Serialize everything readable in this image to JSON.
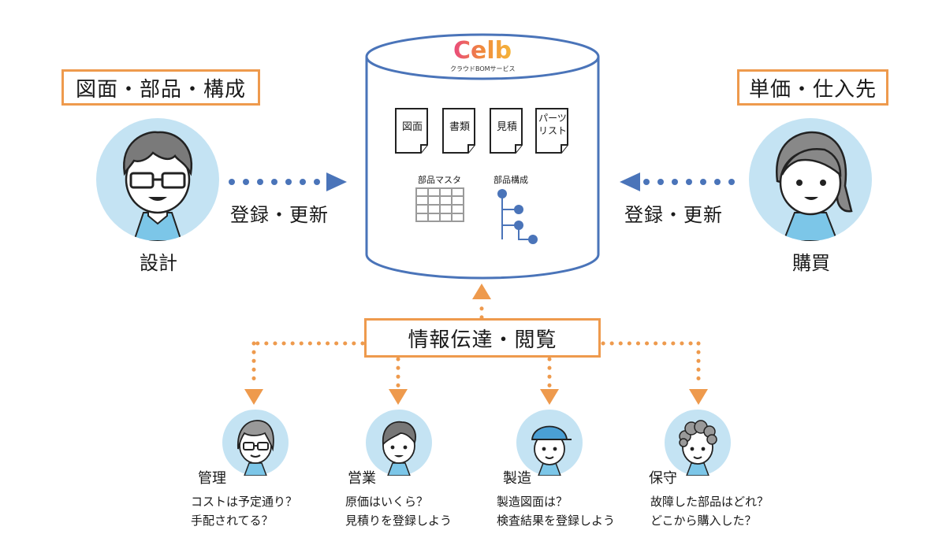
{
  "left_box": "図面・部品・構成",
  "right_box": "単価・仕入先",
  "center_box": "情報伝達・閲覧",
  "register_left": "登録・更新",
  "register_right": "登録・更新",
  "design_label": "設計",
  "purchase_label": "購買",
  "brand": {
    "logo": "Celb",
    "tagline": "クラウドBOMサービス"
  },
  "docs": [
    "図面",
    "書類",
    "見積",
    "パーツ\nリスト"
  ],
  "parts_master": "部品マスタ",
  "parts_structure": "部品構成",
  "roles": [
    {
      "name": "管理",
      "q1": "コストは予定通り？",
      "q2": "手配されてる？"
    },
    {
      "name": "営業",
      "q1": "原価はいくら？",
      "q2": "見積りを登録しよう"
    },
    {
      "name": "製造",
      "q1": "製造図面は？",
      "q2": "検査結果を登録しよう"
    },
    {
      "name": "保守",
      "q1": "故障した部品はどれ？",
      "q2": "どこから購入した？"
    }
  ],
  "colors": {
    "orange": "#ee9a4d",
    "blue": "#4a74b9",
    "lightblue": "#c4e3f3",
    "gray": "#999999"
  }
}
